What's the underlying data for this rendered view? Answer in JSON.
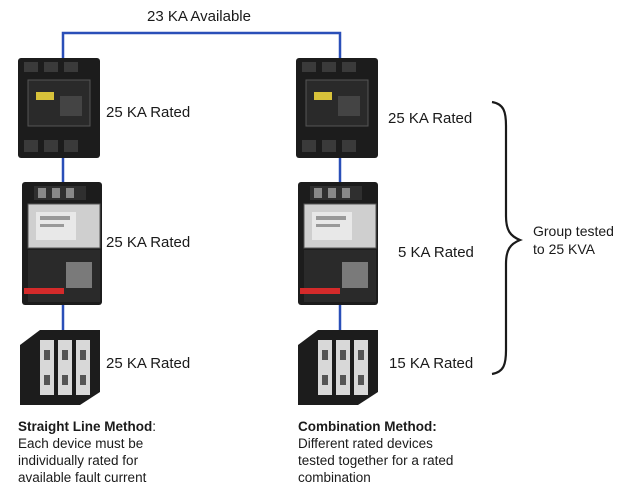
{
  "top_label": "23 KA Available",
  "left_column": {
    "ratings": [
      "25 KA Rated",
      "25 KA Rated",
      "25 KA Rated"
    ],
    "method_title": "Straight Line Method",
    "method_title_suffix": ":",
    "method_lines": [
      "Each device must be",
      "individually rated for",
      "available fault current"
    ]
  },
  "right_column": {
    "ratings": [
      "25 KA Rated",
      "5 KA Rated",
      "15 KA Rated"
    ],
    "method_title": "Combination Method:",
    "method_lines": [
      "Different rated devices",
      "tested together for a rated",
      "combination"
    ]
  },
  "group_label": [
    "Group tested",
    "to 25 KVA"
  ],
  "colors": {
    "wire": "#2a4fb8",
    "device_dark": "#1c1c1c",
    "device_mid": "#3a3a3a",
    "accent_red": "#d42a2a",
    "label_yellow": "#d8c23a"
  }
}
